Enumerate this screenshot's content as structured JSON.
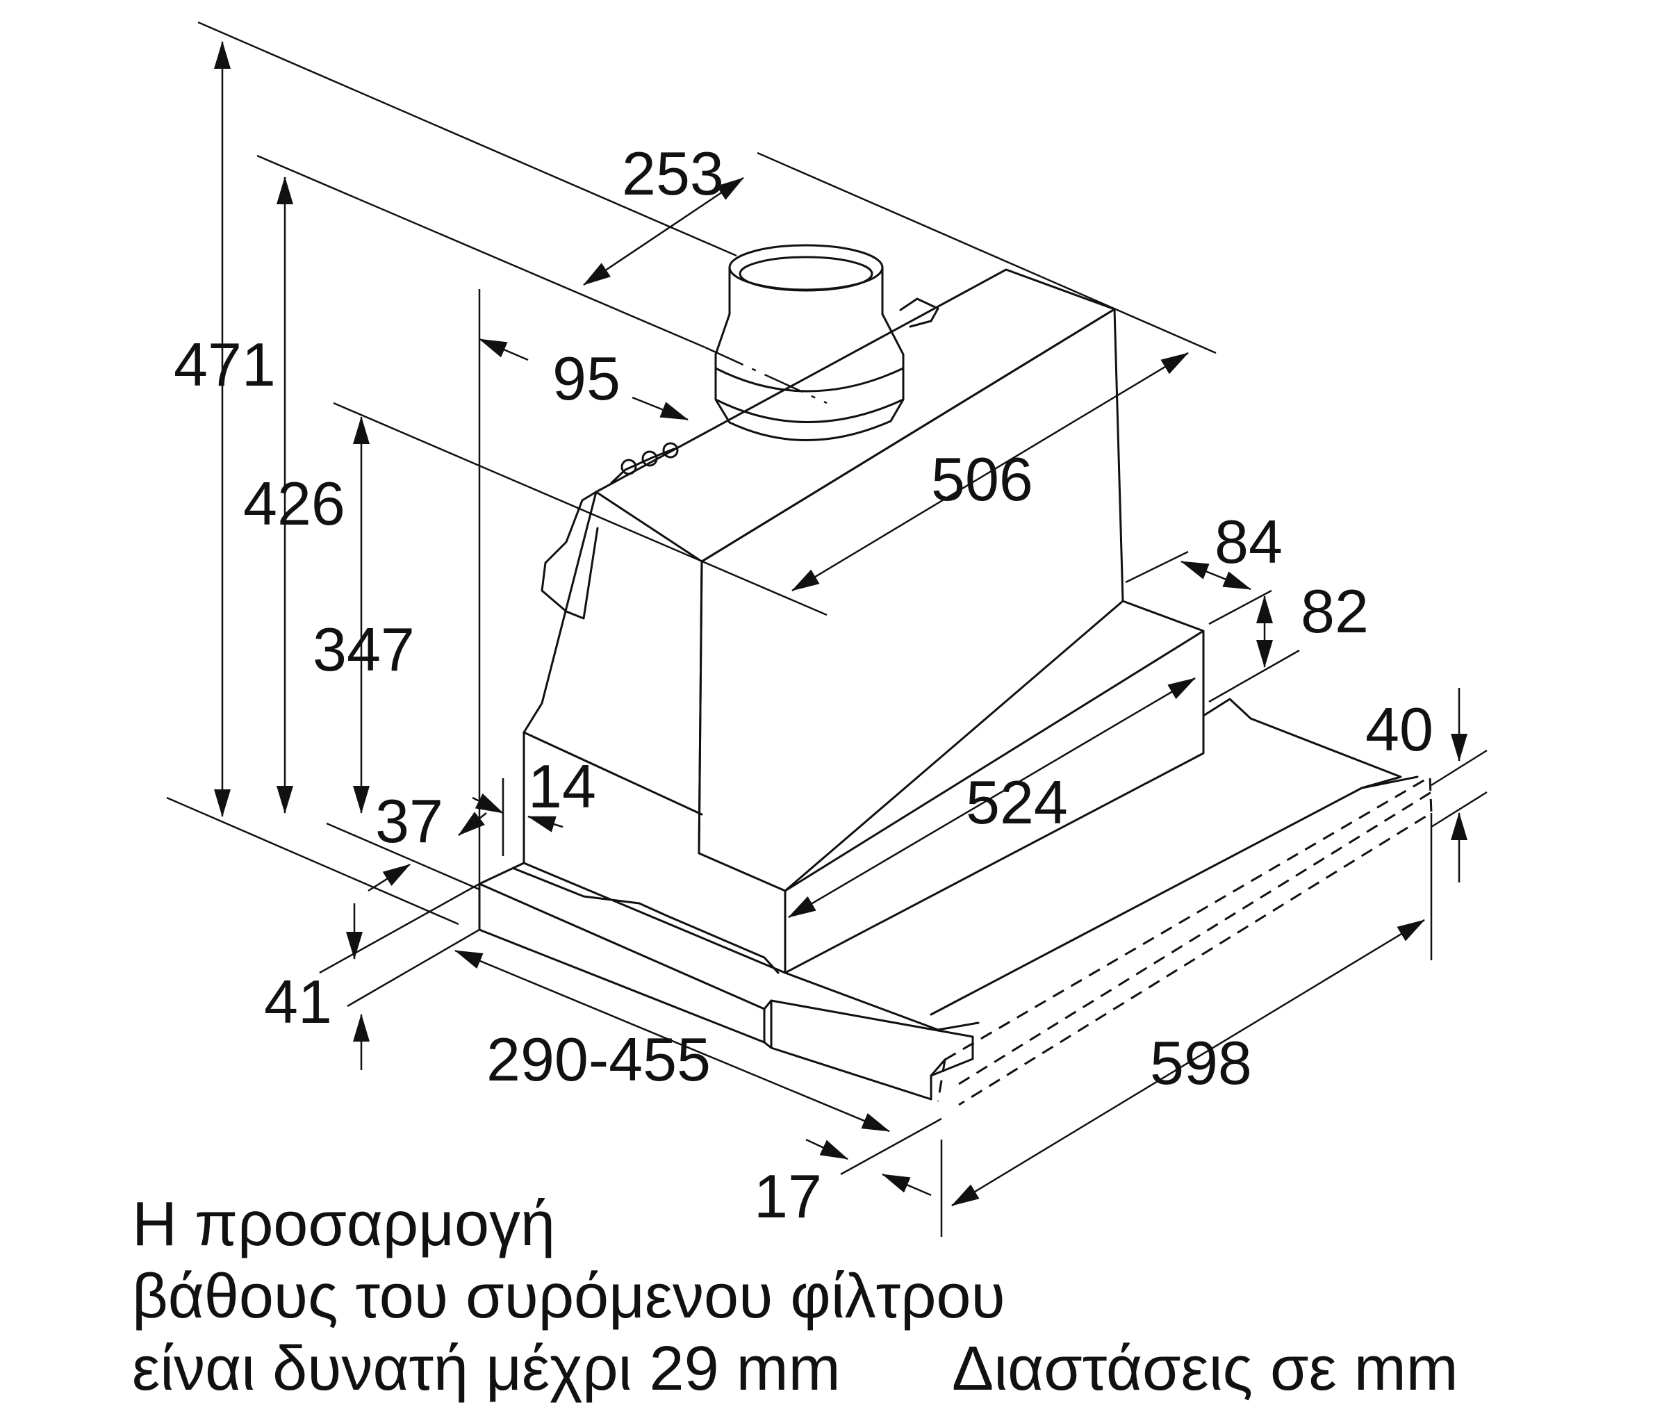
{
  "dimensions": {
    "d471": "471",
    "d426": "426",
    "d347": "347",
    "d253": "253",
    "d95": "95",
    "d506": "506",
    "d84": "84",
    "d82": "82",
    "d40": "40",
    "d524": "524",
    "d14": "14",
    "d37": "37",
    "d41": "41",
    "d290_455": "290-455",
    "d598": "598",
    "d17": "17"
  },
  "caption": {
    "line1": "Η προσαρμογή",
    "line2": "βάθους του συρόμενου φίλτρου",
    "line3": "είναι δυνατή μέχρι 29 mm",
    "units": "Διαστάσεις σε mm"
  }
}
